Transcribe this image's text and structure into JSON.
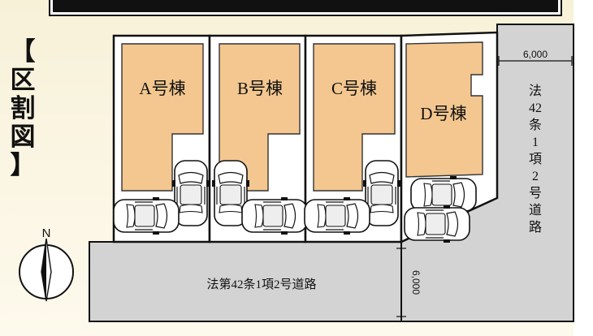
{
  "section_title": [
    "【",
    "区",
    "割",
    "図",
    "】"
  ],
  "compass_label": "N",
  "lots": [
    {
      "label": "A号棟"
    },
    {
      "label": "B号棟"
    },
    {
      "label": "C号棟"
    },
    {
      "label": "D号棟"
    }
  ],
  "front_road_label": "法第42条1項2号道路",
  "front_road_width": "6,000",
  "side_road_width": "6,000",
  "side_road_label": [
    "法",
    "42",
    "条",
    "1",
    "項",
    "2",
    "号",
    "道",
    "路"
  ],
  "colors": {
    "building": "#f3c78f",
    "road": "#d3d3d3",
    "lot": "#ffffff",
    "background": "#f9f3df"
  }
}
